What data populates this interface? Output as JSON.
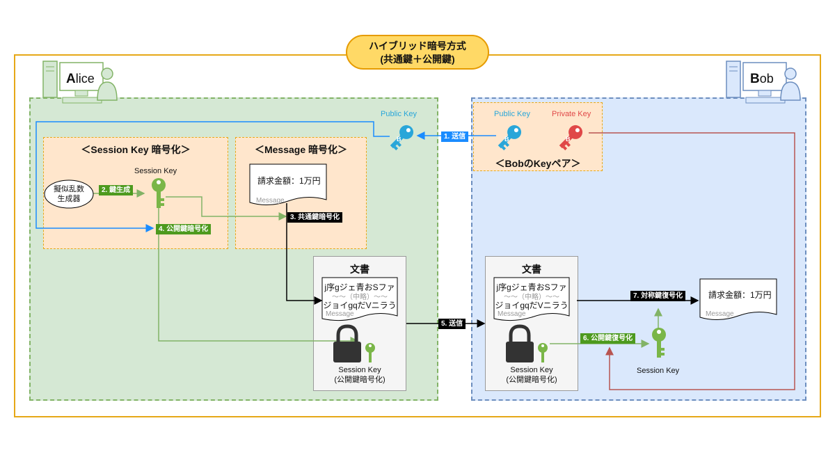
{
  "title": {
    "line1": "ハイブリッド暗号方式",
    "line2": "(共通鍵＋公開鍵)"
  },
  "alice": {
    "name_initial": "A",
    "name_rest": "lice",
    "session_box_title": "＜Session Key 暗号化＞",
    "message_box_title": "＜Message 暗号化＞",
    "rng_line1": "擬似乱数",
    "rng_line2": "生成器",
    "session_key_label": "Session Key",
    "public_key_label": "Public Key",
    "message_text": "請求金額：1万円",
    "message_caption": "Message",
    "doc_title": "文書",
    "doc_line1": "j序gジェ青おSファ",
    "doc_line2": "〜〜（中略）〜〜",
    "doc_line3": "ジョイgqだVニラう",
    "doc_caption": "Message",
    "enc_key_line1": "Session Key",
    "enc_key_line2": "(公開鍵暗号化)"
  },
  "bob": {
    "name_initial": "B",
    "name_rest": "ob",
    "keypair_title": "＜BobのKeyペア＞",
    "public_key_label": "Public Key",
    "private_key_label": "Private Key",
    "doc_title": "文書",
    "doc_line1": "j序gジェ青おSファ",
    "doc_line2": "〜〜（中略）〜〜",
    "doc_line3": "ジョイgqだVニラう",
    "doc_caption": "Message",
    "enc_key_line1": "Session Key",
    "enc_key_line2": "(公開鍵暗号化)",
    "session_key_label": "Session Key",
    "message_text": "請求金額：1万円",
    "message_caption": "Message"
  },
  "steps": {
    "s1": "1. 送信",
    "s2": "2. 鍵生成",
    "s3": "3. 共通鍵暗号化",
    "s4": "4. 公開鍵暗号化",
    "s5": "5. 送信",
    "s6": "6. 公開鍵復号化",
    "s7": "7. 対称鍵復号化"
  },
  "colors": {
    "frame": "#e6a817",
    "title_fill": "#ffd966",
    "alice_zone": "#d5e8d4",
    "bob_zone": "#dae8fc",
    "public_key": "#29a6d9",
    "private_key": "#e04848",
    "session_key": "#7ab648",
    "flow_blue": "#1a8cff",
    "flow_green": "#82b366",
    "flow_red": "#b85450"
  }
}
